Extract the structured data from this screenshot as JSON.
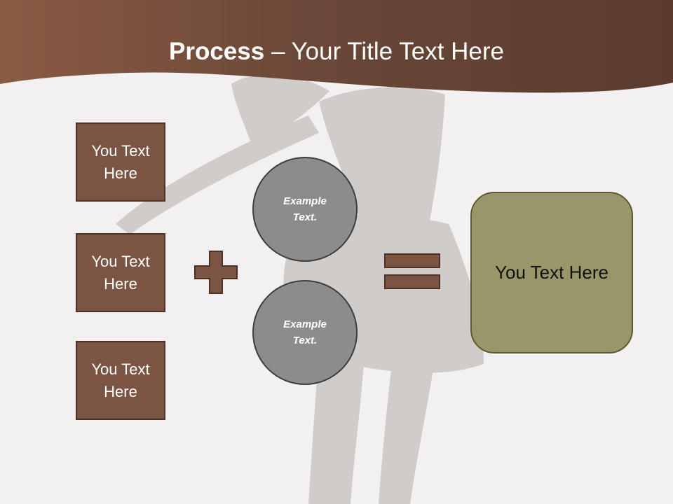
{
  "title": {
    "bold": "Process",
    "rest": " – Your Title Text Here"
  },
  "left_boxes": [
    {
      "label": "You Text Here"
    },
    {
      "label": "You Text Here"
    },
    {
      "label": "You Text Here"
    }
  ],
  "circles": [
    {
      "label": "Example Text."
    },
    {
      "label": "Example Text."
    }
  ],
  "result": {
    "label": "You Text Here"
  },
  "icons": {
    "plus": "plus-icon",
    "equals": "equals-icon"
  },
  "colors": {
    "header_brown": "#6b4838",
    "box_fill": "#7b5443",
    "circle_fill": "#8c8c8c",
    "result_fill": "#999669"
  }
}
